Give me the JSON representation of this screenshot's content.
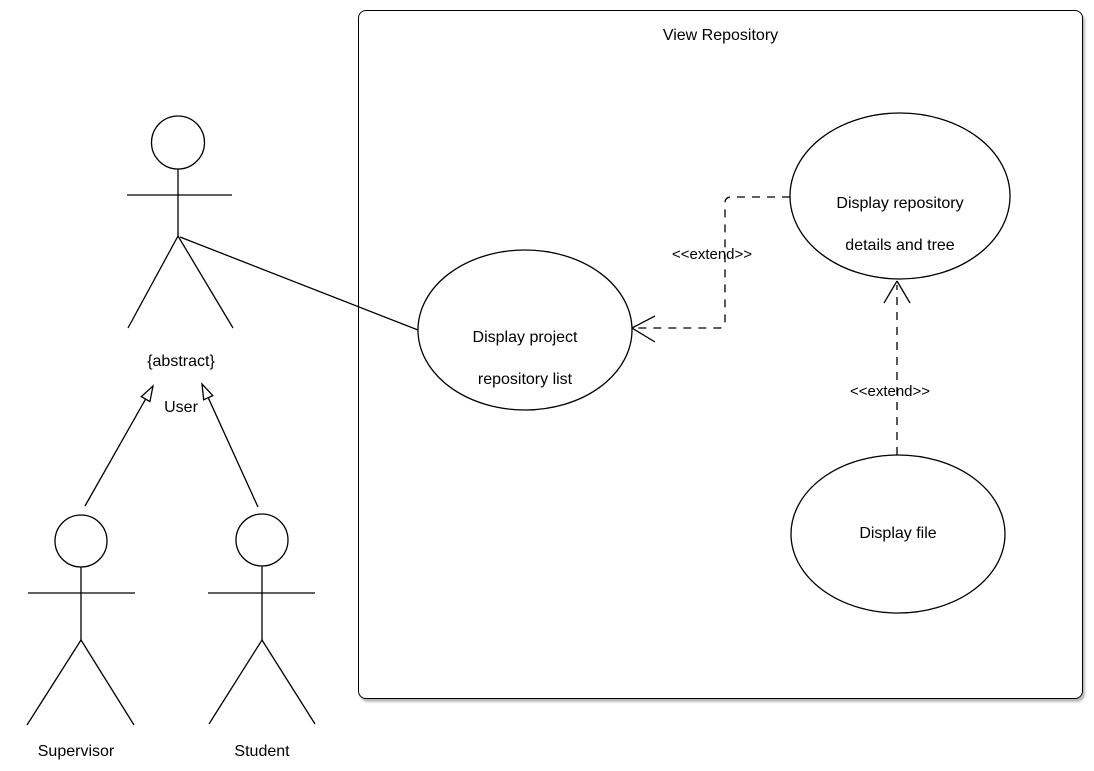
{
  "system_boundary": {
    "title": "View Repository"
  },
  "actors": {
    "user": {
      "stereotype": "{abstract}",
      "name": "User"
    },
    "supervisor": {
      "name": "Supervisor"
    },
    "student": {
      "name": "Student"
    }
  },
  "use_cases": {
    "project_repository_list": {
      "line1": "Display project",
      "line2": "repository list"
    },
    "repository_details": {
      "line1": "Display repository",
      "line2": "details and tree"
    },
    "display_file": {
      "line1": "Display file"
    }
  },
  "relationships": {
    "extend_details_to_list": {
      "type": "extend",
      "label": "<<extend>>",
      "from": "Display repository details and tree",
      "to": "Display project repository list"
    },
    "extend_file_to_details": {
      "type": "extend",
      "label": "<<extend>>",
      "from": "Display file",
      "to": "Display repository details and tree"
    },
    "association_user_list": {
      "type": "association",
      "from": "User",
      "to": "Display project repository list"
    },
    "generalization_supervisor_user": {
      "type": "generalization",
      "from": "Supervisor",
      "to": "User"
    },
    "generalization_student_user": {
      "type": "generalization",
      "from": "Student",
      "to": "User"
    }
  },
  "colors": {
    "stroke": "#000000",
    "shape_fill": "#ffffff",
    "text": "#000000"
  }
}
